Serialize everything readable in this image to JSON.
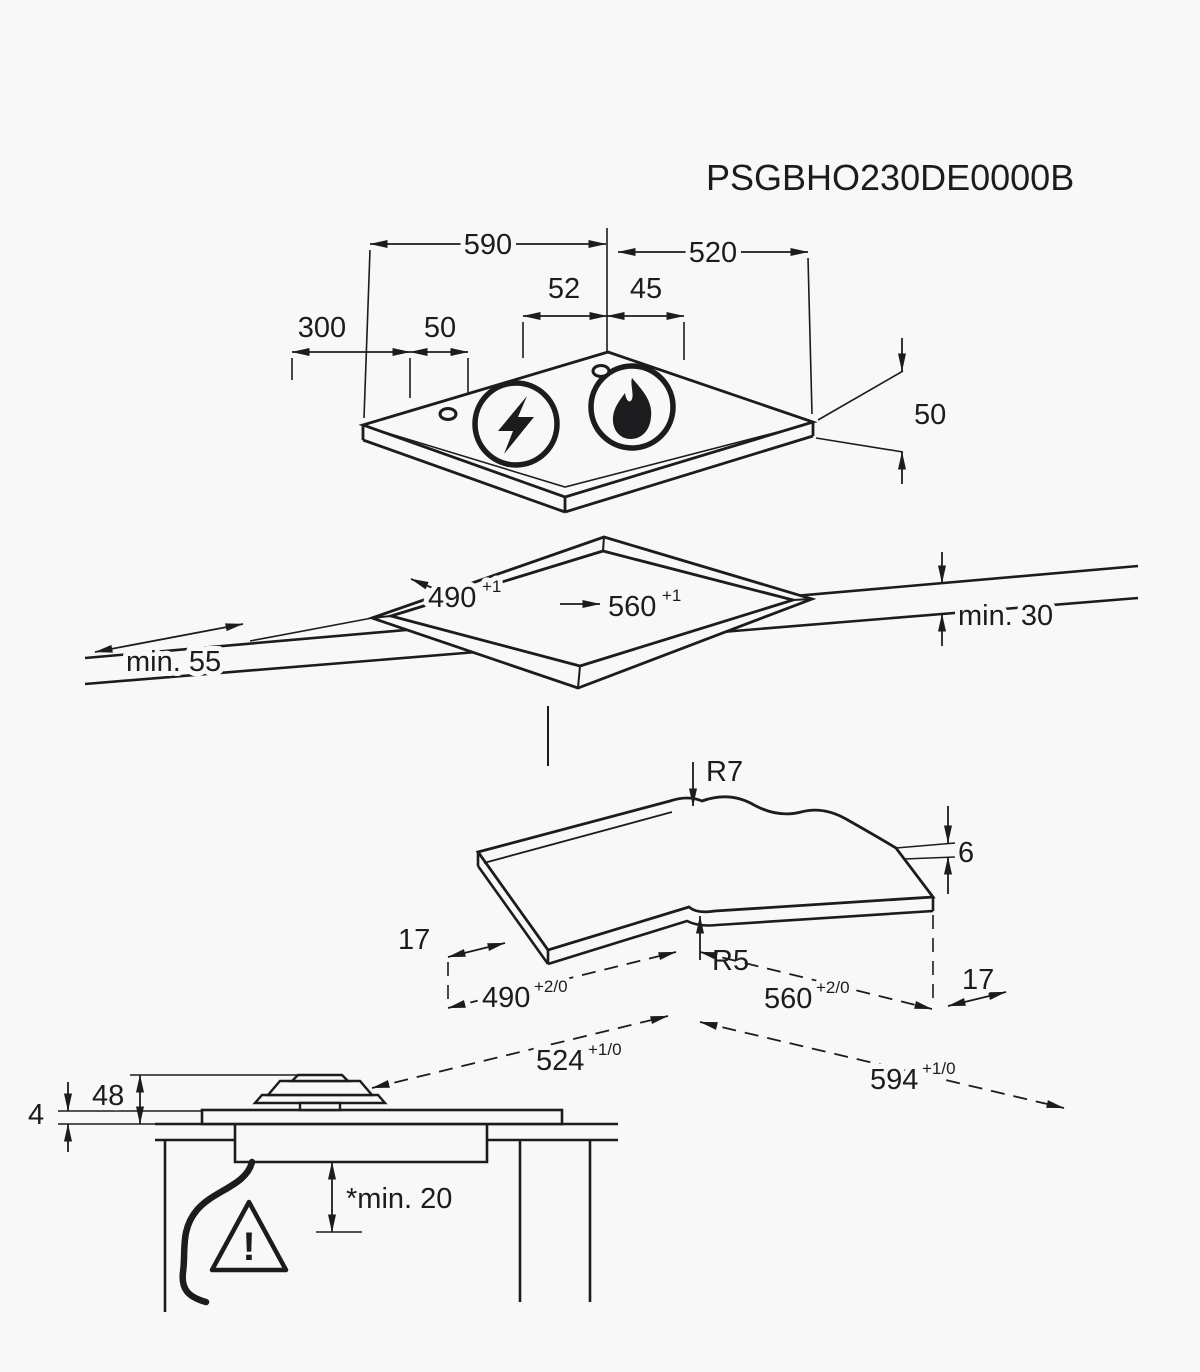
{
  "title": "PSGBHO230DE0000B",
  "colors": {
    "line": "#1c1c1e",
    "background": "#f8f8f8"
  },
  "hob_view": {
    "dim_590": "590",
    "dim_52": "52",
    "dim_45": "45",
    "dim_520": "520",
    "dim_300": "300",
    "dim_50_top": "50",
    "dim_50_height": "50"
  },
  "cutout_view": {
    "dim_490": {
      "value": "490",
      "sup": "+1"
    },
    "dim_560": {
      "value": "560",
      "sup": "+1"
    },
    "min_55": "min. 55",
    "min_30": "min. 30"
  },
  "corner_view": {
    "radius_top": "R7",
    "radius_inner": "R5",
    "thickness": "6",
    "offset_left": "17",
    "offset_right": "17",
    "dim_490": {
      "value": "490",
      "sup": "+2/0"
    },
    "dim_560": {
      "value": "560",
      "sup": "+2/0"
    },
    "dim_524": {
      "value": "524",
      "sup": "+1/0"
    },
    "dim_594": {
      "value": "594",
      "sup": "+1/0"
    }
  },
  "section_view": {
    "dim_48": "48",
    "dim_4": "4",
    "min_20": "*min. 20",
    "warning_mark": "!"
  }
}
